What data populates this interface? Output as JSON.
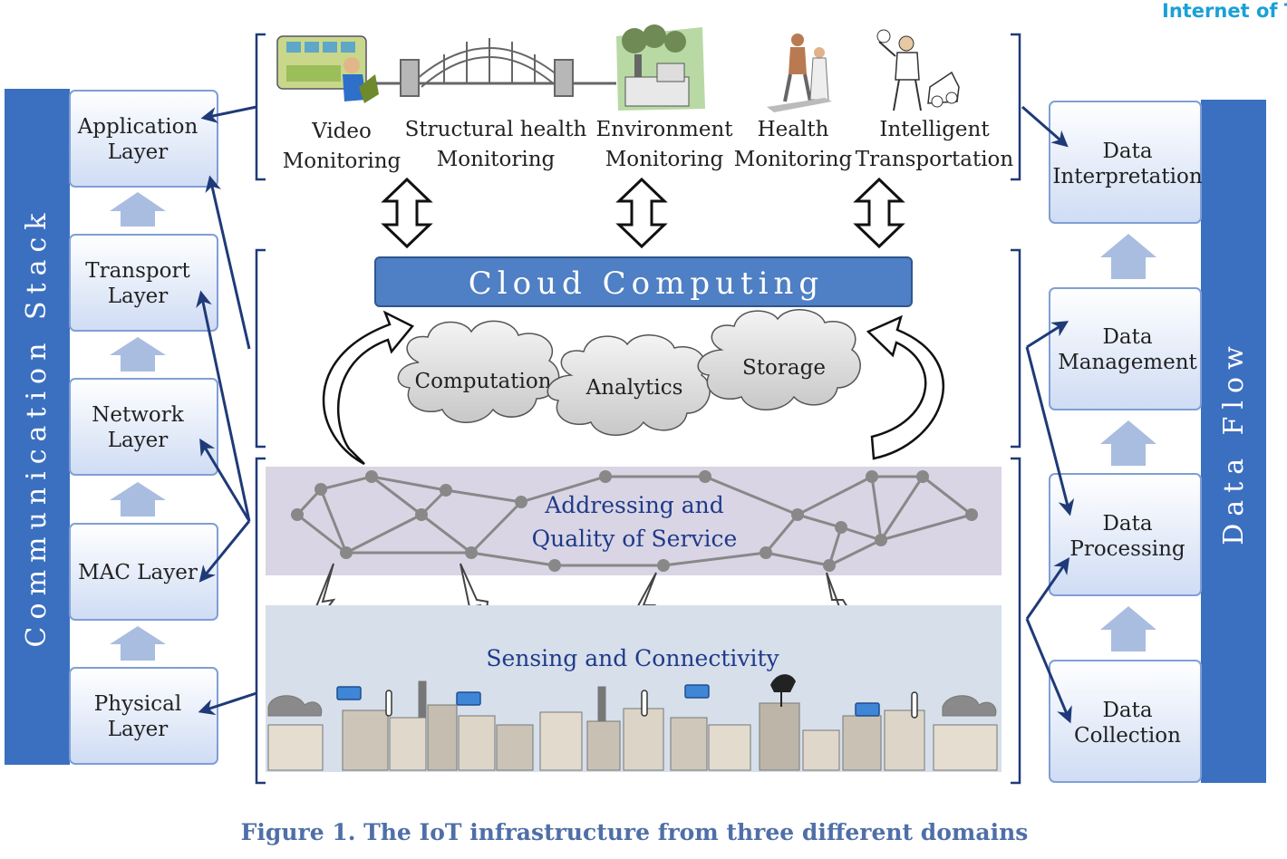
{
  "stack": {
    "title": "Communication Stack",
    "layers": [
      {
        "line1": "Application",
        "line2": "Layer"
      },
      {
        "line1": "Transport",
        "line2": "Layer"
      },
      {
        "line1": "Network",
        "line2": "Layer"
      },
      {
        "line1": "MAC Layer",
        "line2": ""
      },
      {
        "line1": "Physical",
        "line2": "Layer"
      }
    ]
  },
  "dataflow": {
    "title": "Data Flow",
    "stages": [
      {
        "line1": "Data",
        "line2": "Interpretation"
      },
      {
        "line1": "Data",
        "line2": "Management"
      },
      {
        "line1": "Data",
        "line2": "Processing"
      },
      {
        "line1": "Data",
        "line2": "Collection"
      }
    ]
  },
  "applications": [
    {
      "line1": "Video",
      "line2": "Monitoring"
    },
    {
      "line1": "Structural health",
      "line2": "Monitoring"
    },
    {
      "line1": "Environment",
      "line2": "Monitoring"
    },
    {
      "line1": "Health",
      "line2": "Monitoring"
    },
    {
      "line1": "Intelligent",
      "line2": "Transportation"
    }
  ],
  "cloud": {
    "title": "Cloud Computing",
    "services": [
      "Computation",
      "Analytics",
      "Storage"
    ]
  },
  "network": {
    "line1": "Addressing and",
    "line2": "Quality of Service"
  },
  "sensing": {
    "label": "Sensing and Connectivity"
  },
  "caption": "Figure 1. The IoT infrastructure from three different domains",
  "logo": {
    "text": "Internet of T"
  },
  "colors": {
    "stack_bar": "#3b6fc0",
    "box_fill": "#dbe6f8",
    "box_stroke": "#7f9fd4",
    "arrow_up": "#a9bde0",
    "connector": "#1f3a78",
    "cloud_bar": "#4f7fc4",
    "network_band": "#d9d5e4",
    "sensing_band": "#d6dfea",
    "caption": "#4f6fa8",
    "logo": "#1aa0d8"
  }
}
